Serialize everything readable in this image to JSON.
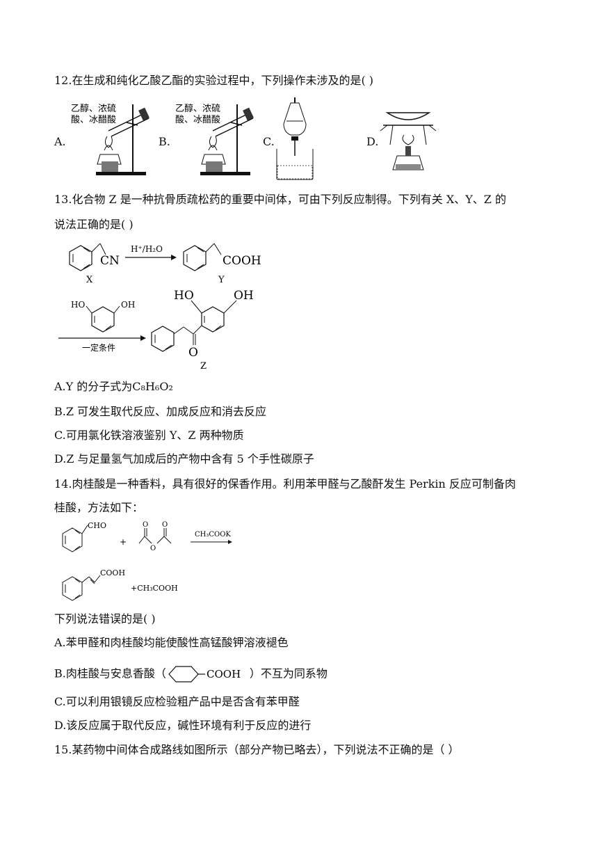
{
  "q12": {
    "stem": "12.在生成和纯化乙酸乙酯的实验过程中，下列操作未涉及的是(   )",
    "options": [
      "A.",
      "B.",
      "C.",
      "D."
    ],
    "flask_label_a": [
      "乙醇、浓硫",
      "酸、冰醋酸"
    ],
    "flask_label_b": [
      "乙醇、浓硫",
      "酸、冰醋酸"
    ]
  },
  "q13": {
    "stem_line1": "13.化合物 Z 是一种抗骨质疏松药的重要中间体，可由下列反应制得。下列有关 X、Y、Z 的",
    "stem_line2": "说法正确的是(   )",
    "scheme": {
      "cn": "CN",
      "x": "X",
      "reagent": "H⁺/H₂O",
      "cooh": "COOH",
      "y": "Y",
      "ho1": "HO",
      "oh1": "OH",
      "condition": "一定条件",
      "ho2": "HO",
      "oh2": "OH",
      "o": "O",
      "z": "Z"
    },
    "option_a_prefix": "A.Y 的分子式为",
    "option_a_formula": "C₈H₆O₂",
    "option_b": "B.Z 可发生取代反应、加成反应和消去反应",
    "option_c": "C.可用氯化铁溶液鉴别 Y、Z 两种物质",
    "option_d": "D.Z 与足量氢气加成后的产物中含有 5 个手性碳原子"
  },
  "q14": {
    "stem_line1": "14.肉桂酸是一种香料，具有很好的保香作用。利用苯甲醛与乙酸酐发生 Perkin 反应可制备肉",
    "stem_line2": "桂酸，方法如下：",
    "scheme": {
      "cho": "CHO",
      "plus": "+",
      "reagent": "CH₃COOK",
      "cooh": "COOH",
      "byproduct": "+CH₃COOH"
    },
    "question": "下列说法错误的是(   )",
    "option_a": "A.苯甲醛和肉桂酸均能使酸性高锰酸钾溶液褪色",
    "option_b_prefix": "B.肉桂酸与安息香酸（",
    "option_b_group": "COOH",
    "option_b_suffix": "）不互为同系物",
    "option_c": "C.可以利用银镜反应检验粗产品中是否含有苯甲醛",
    "option_d": "D.该反应属于取代反应，碱性环境有利于反应的进行"
  },
  "q15": {
    "stem": "15.某药物中间体合成路线如图所示（部分产物已略去），下列说法不正确的是（   ）"
  }
}
